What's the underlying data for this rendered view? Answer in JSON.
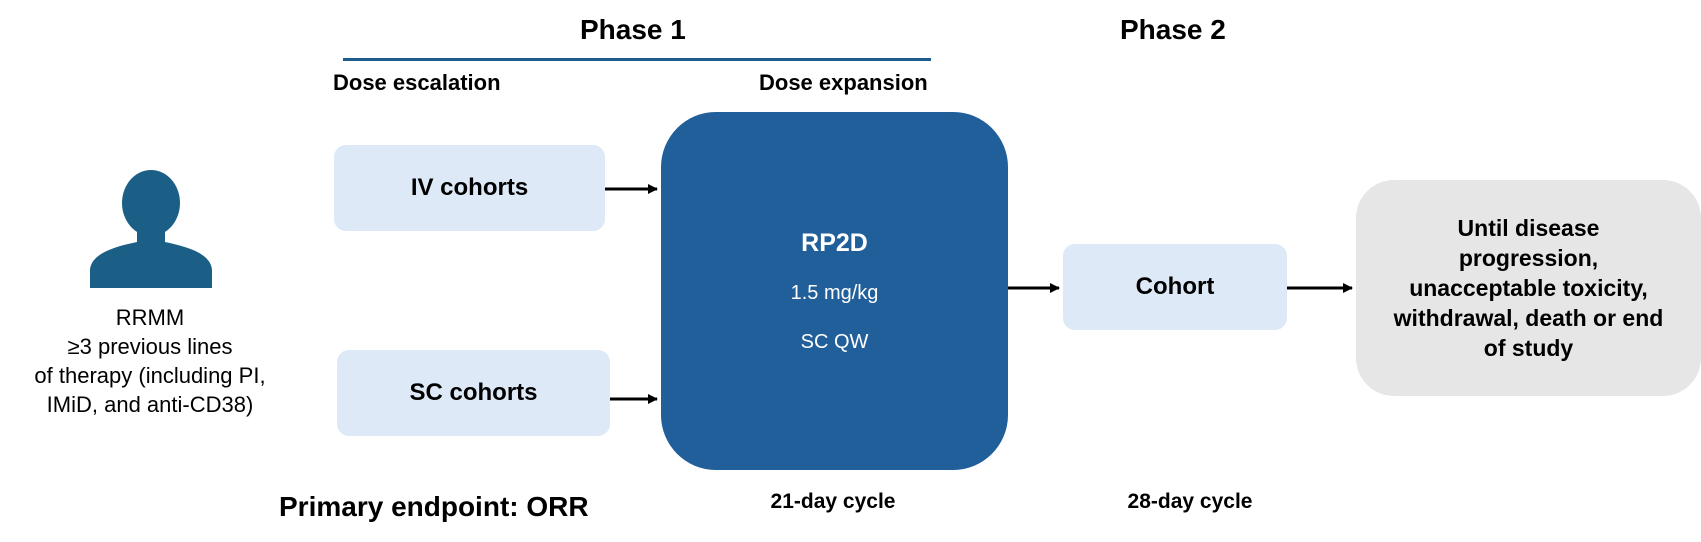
{
  "phase1": {
    "title": "Phase 1",
    "escalation": "Dose escalation",
    "expansion": "Dose expansion"
  },
  "phase2": {
    "title": "Phase 2"
  },
  "patient": {
    "line1": "RRMM",
    "line2": "≥3 previous lines",
    "line3": "of therapy (including PI,",
    "line4": "IMiD, and anti-CD38)"
  },
  "cohorts": {
    "iv": "IV cohorts",
    "sc": "SC cohorts",
    "phase2": "Cohort"
  },
  "rp2d": {
    "title": "RP2D",
    "dose": "1.5 mg/kg",
    "route": "SC QW"
  },
  "end_box": {
    "line1": "Until disease",
    "line2": "progression,",
    "line3": "unacceptable toxicity,",
    "line4": "withdrawal, death or end",
    "line5": "of study"
  },
  "cycles": {
    "phase1": "21-day cycle",
    "phase2": "28-day cycle"
  },
  "endpoint": "Primary endpoint: ORR",
  "colors": {
    "dark_blue": "#215f9a",
    "light_blue": "#dde9f6",
    "gray": "#e6e6e6",
    "person": "#1b5f86",
    "phase_line": "#1f5c8f"
  }
}
